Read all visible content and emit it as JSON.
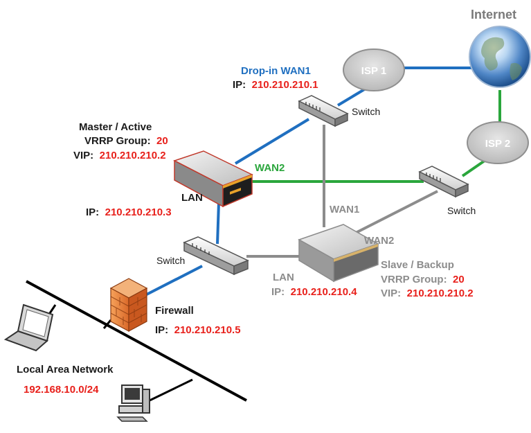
{
  "colors": {
    "wan1_link": "#1f6fc0",
    "wan2_link": "#2aa63c",
    "backup_link": "#8c8c8c",
    "ip_text": "#e8201b",
    "lan_bus": "#000000"
  },
  "internet": {
    "label": "Internet"
  },
  "isp1": {
    "label": "ISP 1"
  },
  "isp2": {
    "label": "ISP 2"
  },
  "dropin": {
    "title": "Drop-in WAN1",
    "ip_prefix": "IP:",
    "ip": "210.210.210.1"
  },
  "switch_top": {
    "label": "Switch"
  },
  "switch_right": {
    "label": "Switch"
  },
  "switch_left": {
    "label": "Switch"
  },
  "master": {
    "title": "Master / Active",
    "vrrp_prefix": "VRRP Group:",
    "vrrp": "20",
    "vip_prefix": "VIP:",
    "vip": "210.210.210.2",
    "wan2_label": "WAN2",
    "lan_label": "LAN",
    "lan_ip_prefix": "IP:",
    "lan_ip": "210.210.210.3"
  },
  "slave": {
    "wan1_label": "WAN1",
    "wan2_label": "WAN2",
    "title": "Slave / Backup",
    "vrrp_prefix": "VRRP Group:",
    "vrrp": "20",
    "vip_prefix": "VIP:",
    "vip": "210.210.210.2",
    "lan_label": "LAN",
    "lan_ip_prefix": "IP:",
    "lan_ip": "210.210.210.4"
  },
  "firewall": {
    "label": "Firewall",
    "ip_prefix": "IP:",
    "ip": "210.210.210.5"
  },
  "lan_network": {
    "title": "Local Area Network",
    "subnet": "192.168.10.0/24"
  },
  "icons": [
    "globe-icon",
    "router-icon",
    "switch-icon",
    "firewall-icon",
    "laptop-icon",
    "desktop-computer-icon"
  ]
}
